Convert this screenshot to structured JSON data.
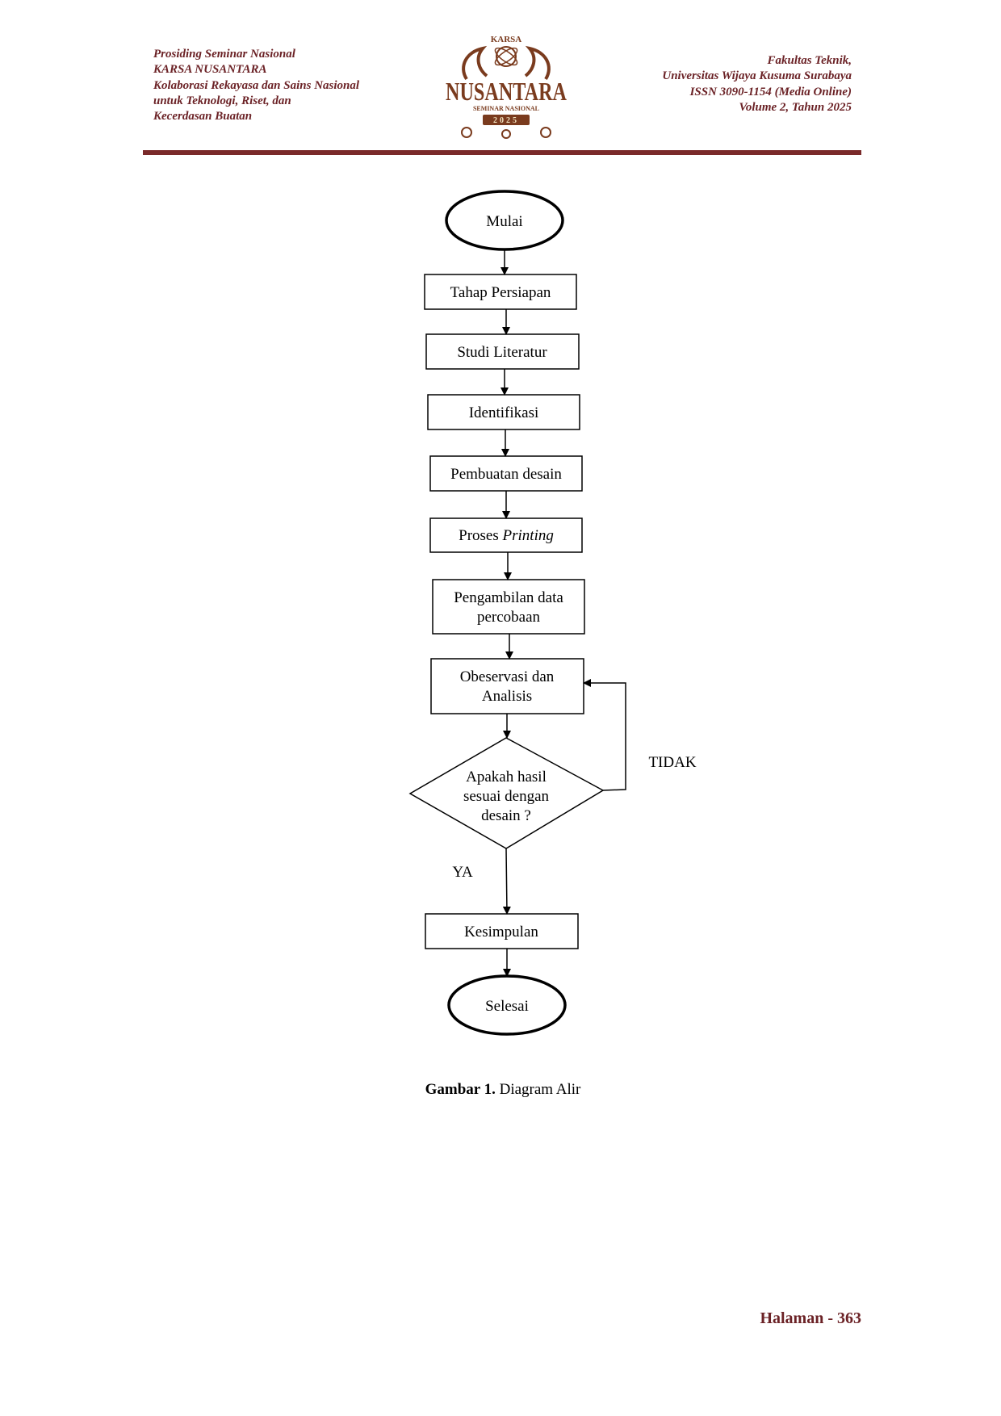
{
  "header": {
    "left_lines": [
      "Prosiding Seminar Nasional",
      "KARSA NUSANTARA",
      "Kolaborasi Rekayasa dan Sains Nasional",
      "untuk Teknologi, Riset, dan",
      "Kecerdasan Buatan"
    ],
    "right_lines": [
      "Fakultas Teknik,",
      "Universitas Wijaya Kusuma Surabaya",
      "ISSN 3090-1154 (Media Online)",
      "Volume 2, Tahun 2025"
    ],
    "logo": {
      "top": "KARSA",
      "main": "NUSANTARA",
      "sub": "SEMINAR NASIONAL",
      "year": "2025"
    },
    "colors": {
      "accent": "#7a2a2a",
      "logo": "#7a3b1e"
    }
  },
  "flowchart": {
    "start": "Mulai",
    "steps": [
      "Tahap Persiapan",
      "Studi Literatur",
      "Identifikasi",
      "Pembuatan desain"
    ],
    "printing": {
      "prefix": "Proses ",
      "italic": "Printing"
    },
    "data_step": [
      "Pengambilan data",
      "percobaan"
    ],
    "observe_step": [
      "Obeservasi dan",
      "Analisis"
    ],
    "decision": [
      "Apakah hasil",
      "sesuai dengan",
      "desain ?"
    ],
    "no_label": "TIDAK",
    "yes_label": "YA",
    "conclusion": "Kesimpulan",
    "end": "Selesai"
  },
  "caption": {
    "label": "Gambar 1.",
    "text": " Diagram Alir"
  },
  "footer": {
    "page": "Halaman - 363"
  }
}
